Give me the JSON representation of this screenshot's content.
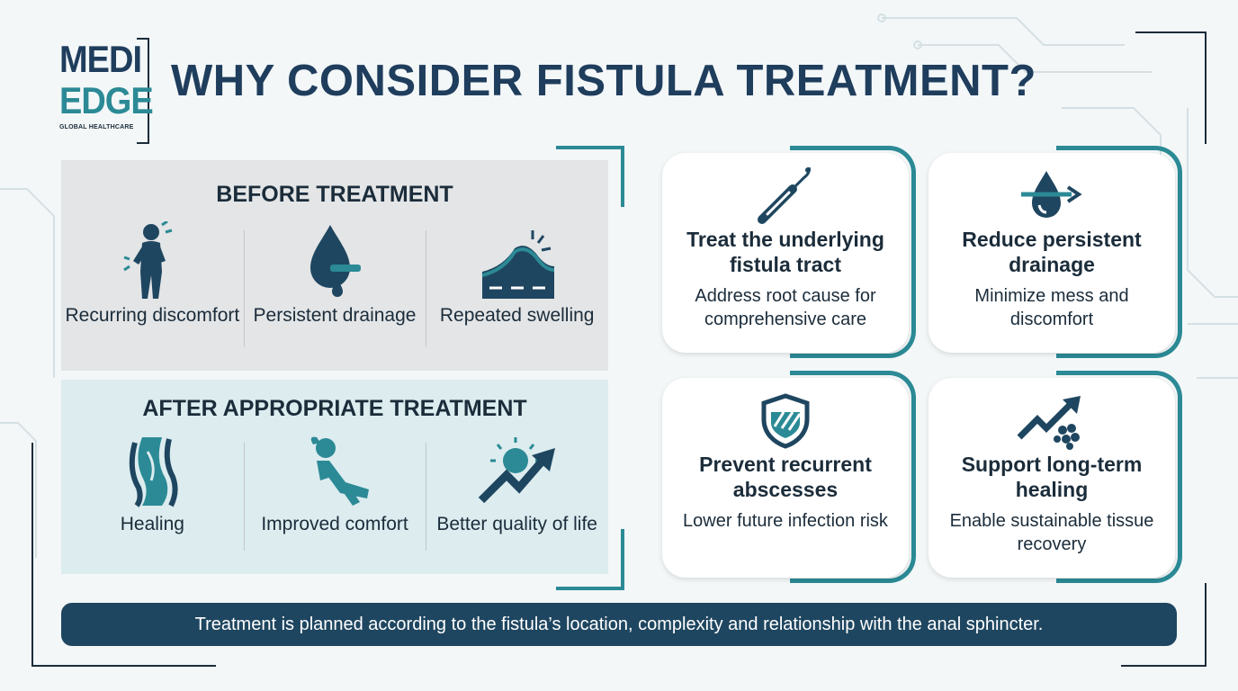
{
  "logo": {
    "line1": "MEDI",
    "line2": "EDGE",
    "sub": "GLOBAL HEALTHCARE"
  },
  "title": "WHY CONSIDER FISTULA TREATMENT?",
  "before": {
    "title": "BEFORE TREATMENT",
    "items": [
      {
        "label": "Recurring discomfort",
        "icon": "person-pain-icon"
      },
      {
        "label": "Persistent drainage",
        "icon": "drop-drainage-icon"
      },
      {
        "label": "Repeated swelling",
        "icon": "swelling-icon"
      }
    ]
  },
  "after": {
    "title": "AFTER APPROPRIATE TREATMENT",
    "items": [
      {
        "label": "Healing",
        "icon": "healing-tissue-icon"
      },
      {
        "label": "Improved comfort",
        "icon": "relaxed-person-icon"
      },
      {
        "label": "Better quality of life",
        "icon": "sun-growth-icon"
      }
    ]
  },
  "cards": [
    {
      "title": "Treat the underlying fistula tract",
      "desc": "Address root cause for comprehensive care",
      "icon": "probe-icon"
    },
    {
      "title": "Reduce persistent drainage",
      "desc": "Minimize mess and discomfort",
      "icon": "drop-arrow-icon"
    },
    {
      "title": "Prevent recurrent abscesses",
      "desc": "Lower future infection risk",
      "icon": "shield-icon"
    },
    {
      "title": "Support long-term healing",
      "desc": "Enable sustainable tissue recovery",
      "icon": "trend-cells-icon"
    }
  ],
  "footer": "Treatment is planned according to the fistula’s location, complexity and relationship with the anal sphincter.",
  "colors": {
    "navy": "#1f3d5c",
    "teal": "#2b8a95",
    "footer_bg": "#1f4660",
    "before_bg": "#e3e5e6",
    "after_bg": "#dcecef"
  }
}
